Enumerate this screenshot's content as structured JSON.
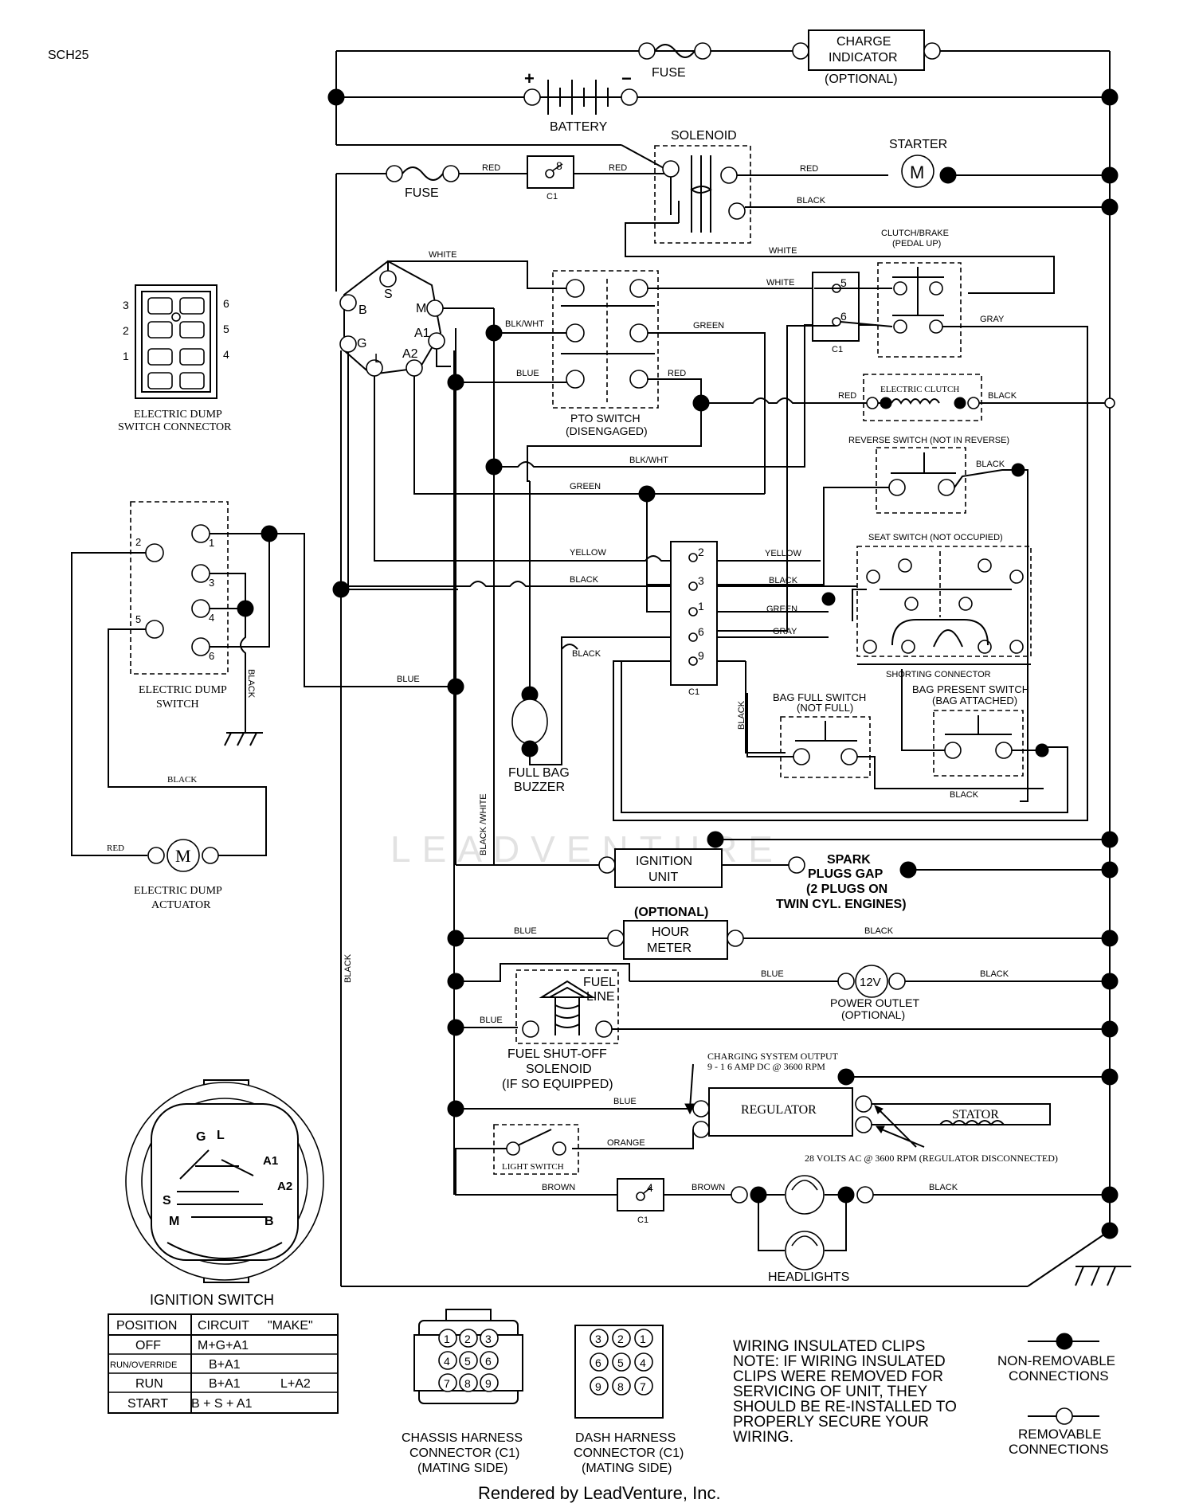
{
  "doc": {
    "code": "SCH25",
    "footer": "Rendered by LeadVenture, Inc.",
    "watermark": "LEADVENTURE"
  },
  "components": {
    "fuse": "FUSE",
    "charge_indicator": [
      "CHARGE",
      "INDICATOR",
      "(OPTIONAL)"
    ],
    "battery": "BATTERY",
    "battery_plus": "+",
    "battery_minus": "−",
    "solenoid": "SOLENOID",
    "starter": "STARTER",
    "motor_symbol": "M",
    "clutch_brake": [
      "CLUTCH/BRAKE",
      "(PEDAL UP)"
    ],
    "pto_switch": [
      "PTO SWITCH",
      "(DISENGAGED)"
    ],
    "electric_clutch": "ELECTRIC CLUTCH",
    "reverse_switch": "REVERSE SWITCH (NOT IN REVERSE)",
    "seat_switch": "SEAT SWITCH (NOT OCCUPIED)",
    "shorting_connector": "SHORTING CONNECTOR",
    "bag_full_switch": [
      "BAG FULL SWITCH",
      "(NOT FULL)"
    ],
    "bag_present_switch": [
      "BAG PRESENT SWITCH",
      "(BAG ATTACHED)"
    ],
    "full_bag_buzzer": [
      "FULL BAG",
      "BUZZER"
    ],
    "dump_switch_connector": [
      "ELECTRIC DUMP",
      "SWITCH CONNECTOR"
    ],
    "dump_switch": [
      "ELECTRIC DUMP",
      "SWITCH"
    ],
    "dump_actuator": [
      "ELECTRIC DUMP",
      "ACTUATOR"
    ],
    "ignition_unit": [
      "IGNITION",
      "UNIT"
    ],
    "spark_plugs": [
      "SPARK",
      "PLUGS GAP",
      "(2 PLUGS ON",
      "TWIN CYL. ENGINES)"
    ],
    "hour_meter": [
      "(OPTIONAL)",
      "HOUR",
      "METER"
    ],
    "fuel_line": [
      "FUEL",
      "LINE"
    ],
    "power_outlet": [
      "12V",
      "POWER OUTLET",
      "(OPTIONAL)"
    ],
    "fuel_solenoid": [
      "FUEL SHUT-OFF",
      "SOLENOID",
      "(IF SO EQUIPPED)"
    ],
    "charging_output": [
      "CHARGING SYSTEM OUTPUT",
      "9 - 1 6  AMP DC @ 3600 RPM"
    ],
    "regulator": "REGULATOR",
    "stator": "STATOR",
    "stator_note": "28 VOLTS AC @ 3600 RPM (REGULATOR DISCONNECTED)",
    "light_switch": "LIGHT SWITCH",
    "headlights": "HEADLIGHTS",
    "ignition_switch": "IGNITION SWITCH",
    "c1": "C1"
  },
  "wire_labels": {
    "red": "RED",
    "black": "BLACK",
    "white": "WHITE",
    "gray": "GRAY",
    "green": "GREEN",
    "blue": "BLUE",
    "yellow": "YELLOW",
    "blk_wht": "BLK/WHT",
    "black_white": "BLACK /WHITE",
    "orange": "ORANGE",
    "brown": "BROWN"
  },
  "ignition_terminals": [
    "S",
    "B",
    "G",
    "L",
    "A2",
    "A1",
    "M"
  ],
  "switch_face_letters": [
    "G",
    "L",
    "A1",
    "A2",
    "S",
    "M",
    "B"
  ],
  "c1_pins": [
    "8",
    "5",
    "6",
    "2",
    "3",
    "1",
    "6",
    "9",
    "4"
  ],
  "dump_switch_pins": [
    "1",
    "2",
    "3",
    "4",
    "5",
    "6"
  ],
  "dump_connector_pins": [
    "3",
    "2",
    "1",
    "6",
    "5",
    "4"
  ],
  "ignition_table": {
    "headers": [
      "POSITION",
      "CIRCUIT",
      "\"MAKE\""
    ],
    "rows": [
      [
        "OFF",
        "M+G+A1",
        ""
      ],
      [
        "RUN/OVERRIDE",
        "B+A1",
        ""
      ],
      [
        "RUN",
        "B+A1",
        "L+A2"
      ],
      [
        "START",
        "B + S + A1",
        ""
      ]
    ]
  },
  "chassis_connector": {
    "pins": [
      "1",
      "2",
      "3",
      "4",
      "5",
      "6",
      "7",
      "8",
      "9"
    ],
    "label": [
      "CHASSIS HARNESS",
      "CONNECTOR (C1)",
      "(MATING SIDE)"
    ]
  },
  "dash_connector": {
    "pins": [
      "3",
      "2",
      "1",
      "6",
      "5",
      "4",
      "9",
      "8",
      "7"
    ],
    "label": [
      "DASH HARNESS",
      "CONNECTOR (C1)",
      "(MATING SIDE)"
    ]
  },
  "notes": {
    "clips": [
      "WIRING INSULATED CLIPS",
      "NOTE: IF WIRING INSULATED",
      "CLIPS WERE REMOVED FOR",
      "SERVICING OF UNIT, THEY",
      "SHOULD BE RE-INSTALLED TO",
      "PROPERLY SECURE YOUR",
      "WIRING."
    ],
    "non_removable": [
      "NON-REMOVABLE",
      "CONNECTIONS"
    ],
    "removable": [
      "REMOVABLE",
      "CONNECTIONS"
    ]
  }
}
